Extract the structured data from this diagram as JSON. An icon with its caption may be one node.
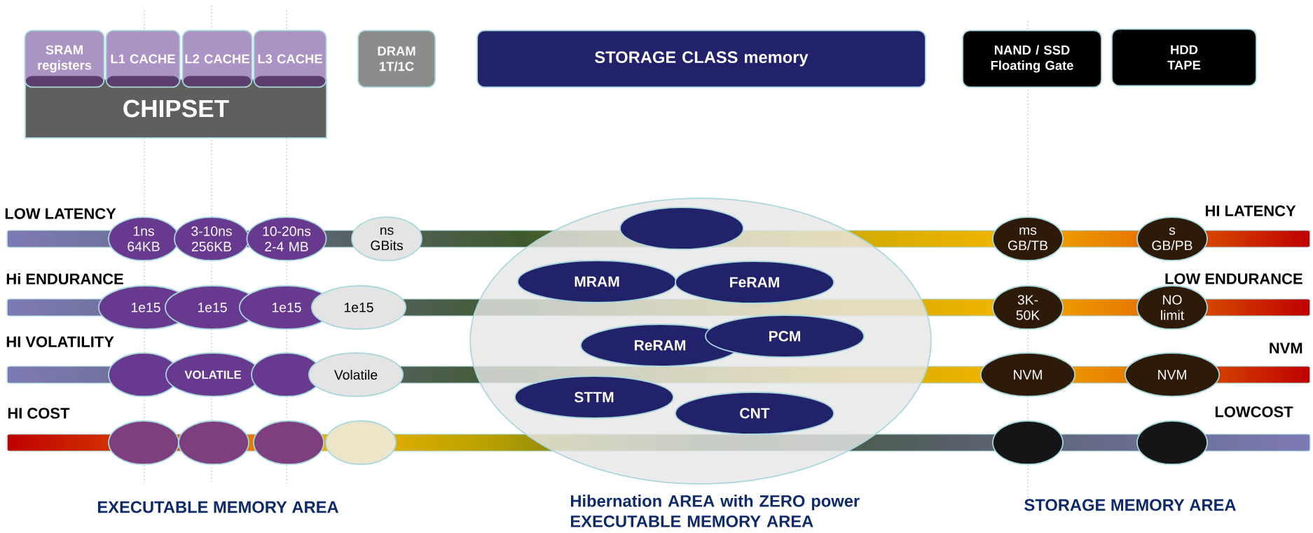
{
  "diagram": {
    "nodes": [
      {
        "text": [
          "SRAM registers"
        ]
      },
      {
        "text": [
          "L1 CACHE"
        ]
      },
      {
        "text": [
          "L2 CACHE"
        ]
      },
      {
        "text": [
          "L3 CACHE"
        ]
      },
      {
        "text": [
          "CHIPSET"
        ]
      },
      {
        "text": [
          "DRAM 1T/1C"
        ]
      },
      {
        "text": [
          "STORAGE CLASS memory"
        ]
      },
      {
        "text": [
          "NAND / SSD Floating Gate"
        ]
      },
      {
        "text": [
          "HDD TAPE"
        ]
      },
      {
        "text": [
          "1ns 64KB"
        ]
      },
      {
        "text": [
          "3-10ns 256KB"
        ]
      },
      {
        "text": [
          "10-20ns 2-4 MB"
        ]
      },
      {
        "text": [
          "ns GBits"
        ]
      },
      {
        "text": [
          "ms GB/TB"
        ]
      },
      {
        "text": [
          "s GB/PB"
        ]
      },
      {
        "text": [
          "1e15"
        ]
      },
      {
        "text": [
          "1e15"
        ]
      },
      {
        "text": [
          "1e15"
        ]
      },
      {
        "text": [
          "1e15"
        ]
      },
      {
        "text": [
          "3K-50K"
        ]
      },
      {
        "text": [
          "NO limit"
        ]
      },
      {
        "text": [],
        "shape": "ellipse"
      },
      {
        "text": [
          "VOLATILE"
        ]
      },
      {
        "text": [],
        "shape": "ellipse"
      },
      {
        "text": [
          "Volatile"
        ]
      },
      {
        "text": [
          "NVM"
        ]
      },
      {
        "text": [
          "NVM"
        ]
      },
      {
        "text": [],
        "shape": "ellipse"
      },
      {
        "text": [],
        "shape": "ellipse"
      },
      {
        "text": [],
        "shape": "ellipse"
      },
      {
        "text": [],
        "shape": "ellipse"
      },
      {
        "text": [],
        "shape": "ellipse"
      },
      {
        "text": [],
        "shape": "ellipse"
      },
      {
        "text": [],
        "shape": "ellipse"
      },
      {
        "text": [],
        "shape": "ellipse",
        "in": 33
      },
      {
        "text": [
          "MRAM"
        ],
        "in": 33
      },
      {
        "text": [
          "FeRAM"
        ],
        "in": 33
      },
      {
        "text": [
          "ReRAM"
        ],
        "in": 33
      },
      {
        "text": [
          "PCM"
        ],
        "in": 33
      },
      {
        "text": [
          "STTM"
        ],
        "in": 33
      },
      {
        "text": [
          "CNT"
        ],
        "in": 33
      }
    ],
    "labels": [
      "LOW LATENCY",
      "HI LATENCY",
      "Hi ENDURANCE",
      "LOW ENDURANCE",
      "HI VOLATILITY",
      "NVM",
      "HI COST",
      "LOWCOST",
      "EXECUTABLE MEMORY AREA",
      "Hibernation AREA with ZERO power EXECUTABLE MEMORY AREA",
      "STORAGE MEMORY AREA"
    ]
  }
}
